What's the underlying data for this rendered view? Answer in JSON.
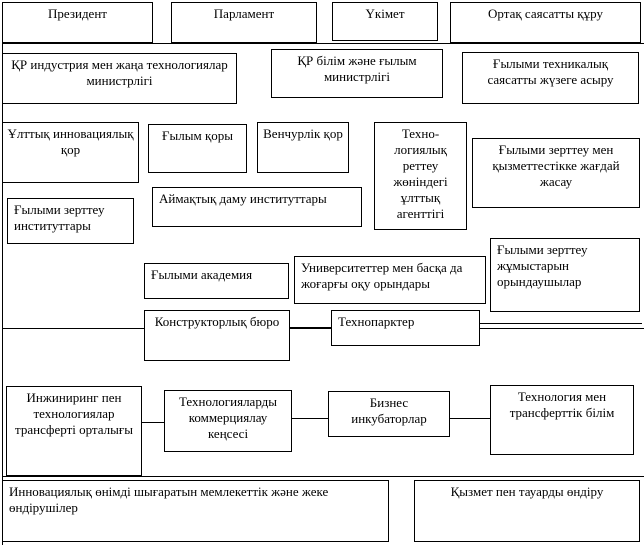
{
  "diagram": {
    "row1": {
      "president": "Президент",
      "parliament": "Парламент",
      "government": "Үкімет",
      "common_policy": "Ортақ саясатты құру"
    },
    "row2": {
      "industry_ministry": "ҚР индустрия мен жаңа технологиялар министрлігі",
      "education_ministry": "ҚР білім және ғылым министрлігі",
      "sci_tech_policy": "Ғылыми техникалық саясатты жүзеге асыру"
    },
    "row3": {
      "innovation_fund": "Ұлттық инновациялық қор",
      "science_fund": "Ғылым қоры",
      "venture_fund": "Венчурлік қор",
      "tech_agency": "Техно-логиялық реттеу жөніндегі ұлттық агенттігі",
      "research_conditions": "Ғылыми зерттеу мен қызметтестікке жағдай жасау",
      "research_institutes": "Ғылыми зерттеу институттары",
      "regional_institutes": "Аймақтық даму институттары"
    },
    "row4": {
      "academy": "Ғылыми академия",
      "universities": "Университеттер мен басқа да жоғарғы оқу орындары",
      "research_performers": "Ғылыми зерттеу жұмыстарын орындаушылар"
    },
    "row5": {
      "design_bureau": "Конструкторлық бюро",
      "technopark": "Технопарктер"
    },
    "row6": {
      "engineering_centers": "Инжиниринг пен технологиялар трансферті орталығы",
      "commercialization_office": "Технологияларды коммерциялау кеңсесі",
      "business_incubators": "Бизнес инкубаторлар",
      "tech_transfer": "Технология мен трансферттік білім"
    },
    "row7": {
      "producers": "Инновациялық өнімді шығаратын мемлекеттік және жеке өндірушілер",
      "production": "Қызмет пен тауарды өндіру"
    }
  }
}
